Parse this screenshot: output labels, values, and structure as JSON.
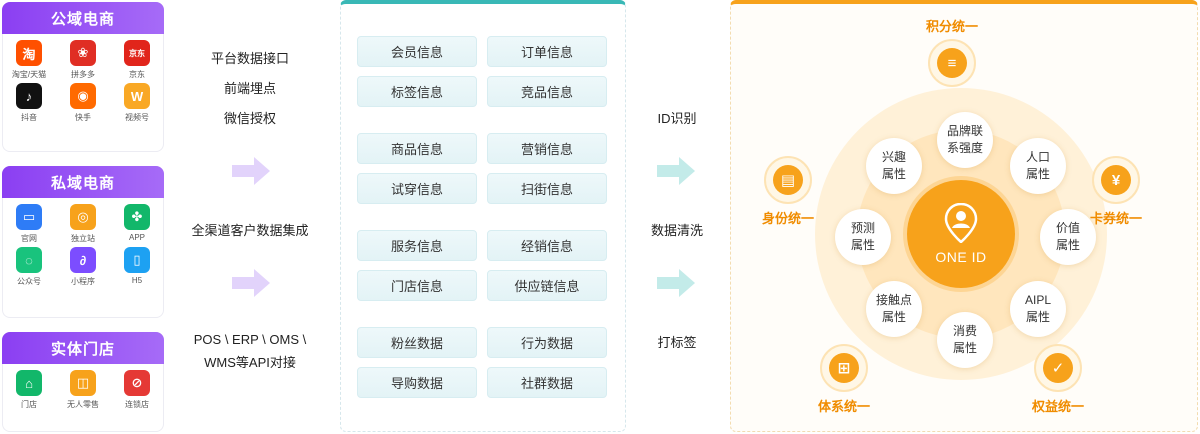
{
  "channels": [
    {
      "title": "公域电商",
      "apps": [
        {
          "label": "淘宝/天猫",
          "icon": "taobao-icon",
          "glyph": "淘",
          "color": "#ff5000"
        },
        {
          "label": "拼多多",
          "icon": "pinduoduo-icon",
          "glyph": "❀",
          "color": "#e02e24"
        },
        {
          "label": "京东",
          "icon": "jd-icon",
          "glyph": "京东",
          "color": "#e1251b"
        },
        {
          "label": "抖音",
          "icon": "douyin-icon",
          "glyph": "♪",
          "color": "#111111"
        },
        {
          "label": "快手",
          "icon": "kuaishou-icon",
          "glyph": "◉",
          "color": "#ff6a00"
        },
        {
          "label": "视频号",
          "icon": "channels-icon",
          "glyph": "W",
          "color": "#f9a825"
        }
      ]
    },
    {
      "title": "私域电商",
      "apps": [
        {
          "label": "官网",
          "icon": "website-icon",
          "glyph": "▭",
          "color": "#2e7cf6"
        },
        {
          "label": "独立站",
          "icon": "globe-icon",
          "glyph": "◎",
          "color": "#f7a21b"
        },
        {
          "label": "APP",
          "icon": "app-icon",
          "glyph": "✤",
          "color": "#12b76a"
        },
        {
          "label": "公众号",
          "icon": "official-account-icon",
          "glyph": "◌",
          "color": "#19c37d"
        },
        {
          "label": "小程序",
          "icon": "mini-program-icon",
          "glyph": "∂",
          "color": "#7c4dff"
        },
        {
          "label": "H5",
          "icon": "h5-icon",
          "glyph": "▯",
          "color": "#1da1f2"
        }
      ]
    },
    {
      "title": "实体门店",
      "apps": [
        {
          "label": "门店",
          "icon": "store-icon",
          "glyph": "⌂",
          "color": "#12b76a"
        },
        {
          "label": "无人零售",
          "icon": "basket-icon",
          "glyph": "◫",
          "color": "#f7a21b"
        },
        {
          "label": "连锁店",
          "icon": "chain-store-icon",
          "glyph": "⊘",
          "color": "#e53935"
        }
      ]
    }
  ],
  "integration": {
    "top_lines": [
      "平台数据接口",
      "前端埋点",
      "微信授权"
    ],
    "middle": "全渠道客户数据集成",
    "bottom_lines": [
      "POS \\ ERP \\ OMS \\",
      "WMS等API对接"
    ]
  },
  "data_groups": [
    [
      "会员信息",
      "订单信息",
      "标签信息",
      "竞品信息"
    ],
    [
      "商品信息",
      "营销信息",
      "试穿信息",
      "扫街信息"
    ],
    [
      "服务信息",
      "经销信息",
      "门店信息",
      "供应链信息"
    ],
    [
      "粉丝数据",
      "行为数据",
      "导购数据",
      "社群数据"
    ]
  ],
  "processing": [
    "ID识别",
    "数据清洗",
    "打标签"
  ],
  "one_id": {
    "core_label": "ONE ID",
    "attributes": [
      {
        "l1": "品牌联",
        "l2": "系强度"
      },
      {
        "l1": "人口",
        "l2": "属性"
      },
      {
        "l1": "价值",
        "l2": "属性"
      },
      {
        "l1": "AIPL",
        "l2": "属性"
      },
      {
        "l1": "消费",
        "l2": "属性"
      },
      {
        "l1": "接触点",
        "l2": "属性"
      },
      {
        "l1": "预测",
        "l2": "属性"
      },
      {
        "l1": "兴趣",
        "l2": "属性"
      }
    ],
    "unifications": [
      {
        "label": "积分统一",
        "icon": "coins-icon"
      },
      {
        "label": "卡券统一",
        "icon": "coupon-icon"
      },
      {
        "label": "权益统一",
        "icon": "badge-icon"
      },
      {
        "label": "体系统一",
        "icon": "hierarchy-icon"
      },
      {
        "label": "身份统一",
        "icon": "id-card-icon"
      }
    ]
  },
  "colors": {
    "purple": "#8b3ff2",
    "teal": "#39b8b6",
    "orange": "#f7a21b"
  }
}
